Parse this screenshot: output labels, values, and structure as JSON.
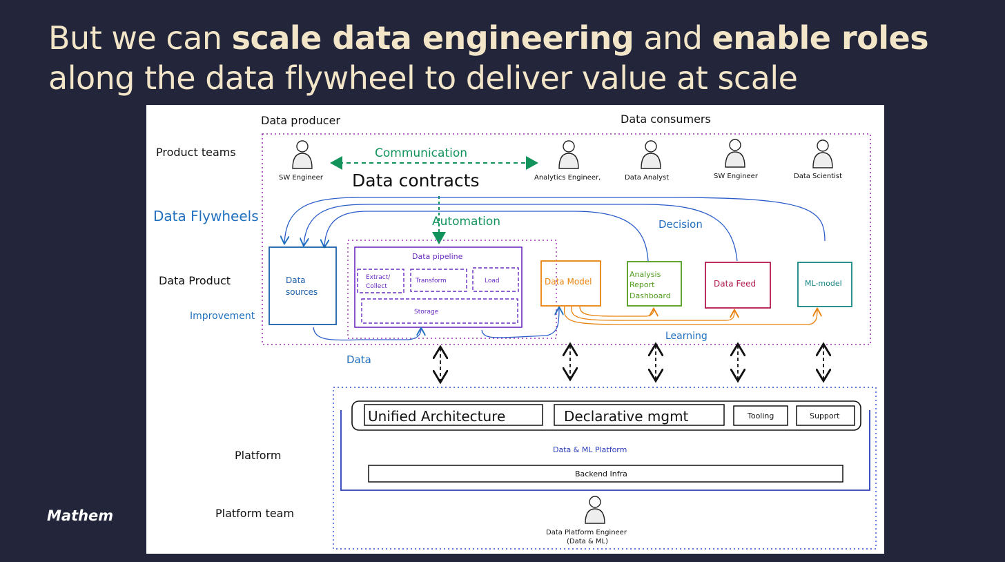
{
  "slide": {
    "title_line1_plain_a": "But we can ",
    "title_line1_bold_a": "scale data engineering",
    "title_line1_plain_b": " and ",
    "title_line1_bold_b": "enable roles",
    "title_line2": "along the data flywheel to deliver value at scale",
    "logo": "Mathem"
  },
  "colors": {
    "background": "#23253a",
    "title": "#f3e6c8",
    "blue": "#1f6fbf",
    "green": "#12935b",
    "purple": "#7b2fbf",
    "orange": "#e8820c",
    "olive": "#4f9a1c",
    "crimson": "#b2184a",
    "teal": "#148584",
    "navy": "#2a3cb8"
  },
  "diagram": {
    "rows": {
      "data_producer": "Data producer",
      "data_consumers": "Data consumers",
      "product_teams": "Product teams",
      "data_flywheels": "Data Flywheels",
      "data_product": "Data Product",
      "platform": "Platform",
      "platform_team": "Platform team"
    },
    "roles": {
      "producer": "SW Engineer",
      "analytics_engineer": "Analytics Engineer,",
      "data_analyst": "Data Analyst",
      "sw_engineer": "SW Engineer",
      "data_scientist": "Data Scientist",
      "platform_engineer_line1": "Data Platform Engineer",
      "platform_engineer_line2": "(Data & ML)"
    },
    "labels": {
      "communication": "Communication",
      "data_contracts": "Data contracts",
      "automation": "Automation",
      "decision": "Decision",
      "improvement": "Improvement",
      "learning": "Learning",
      "data": "Data"
    },
    "product_boxes": {
      "data_sources_line1": "Data",
      "data_sources_line2": "sources",
      "data_pipeline": "Data pipeline",
      "extract_line1": "Extract/",
      "extract_line2": "Collect",
      "transform": "Transform",
      "load": "Load",
      "storage": "Storage",
      "data_model": "Data Model",
      "analysis_line1": "Analysis",
      "analysis_line2": "Report",
      "analysis_line3": "Dashboard",
      "data_feed": "Data Feed",
      "ml_model": "ML-model"
    },
    "platform_boxes": {
      "unified_architecture": "Unified Architecture",
      "declarative_mgmt": "Declarative mgmt",
      "tooling": "Tooling",
      "support": "Support",
      "data_ml_platform": "Data & ML Platform",
      "backend_infra": "Backend Infra"
    }
  }
}
